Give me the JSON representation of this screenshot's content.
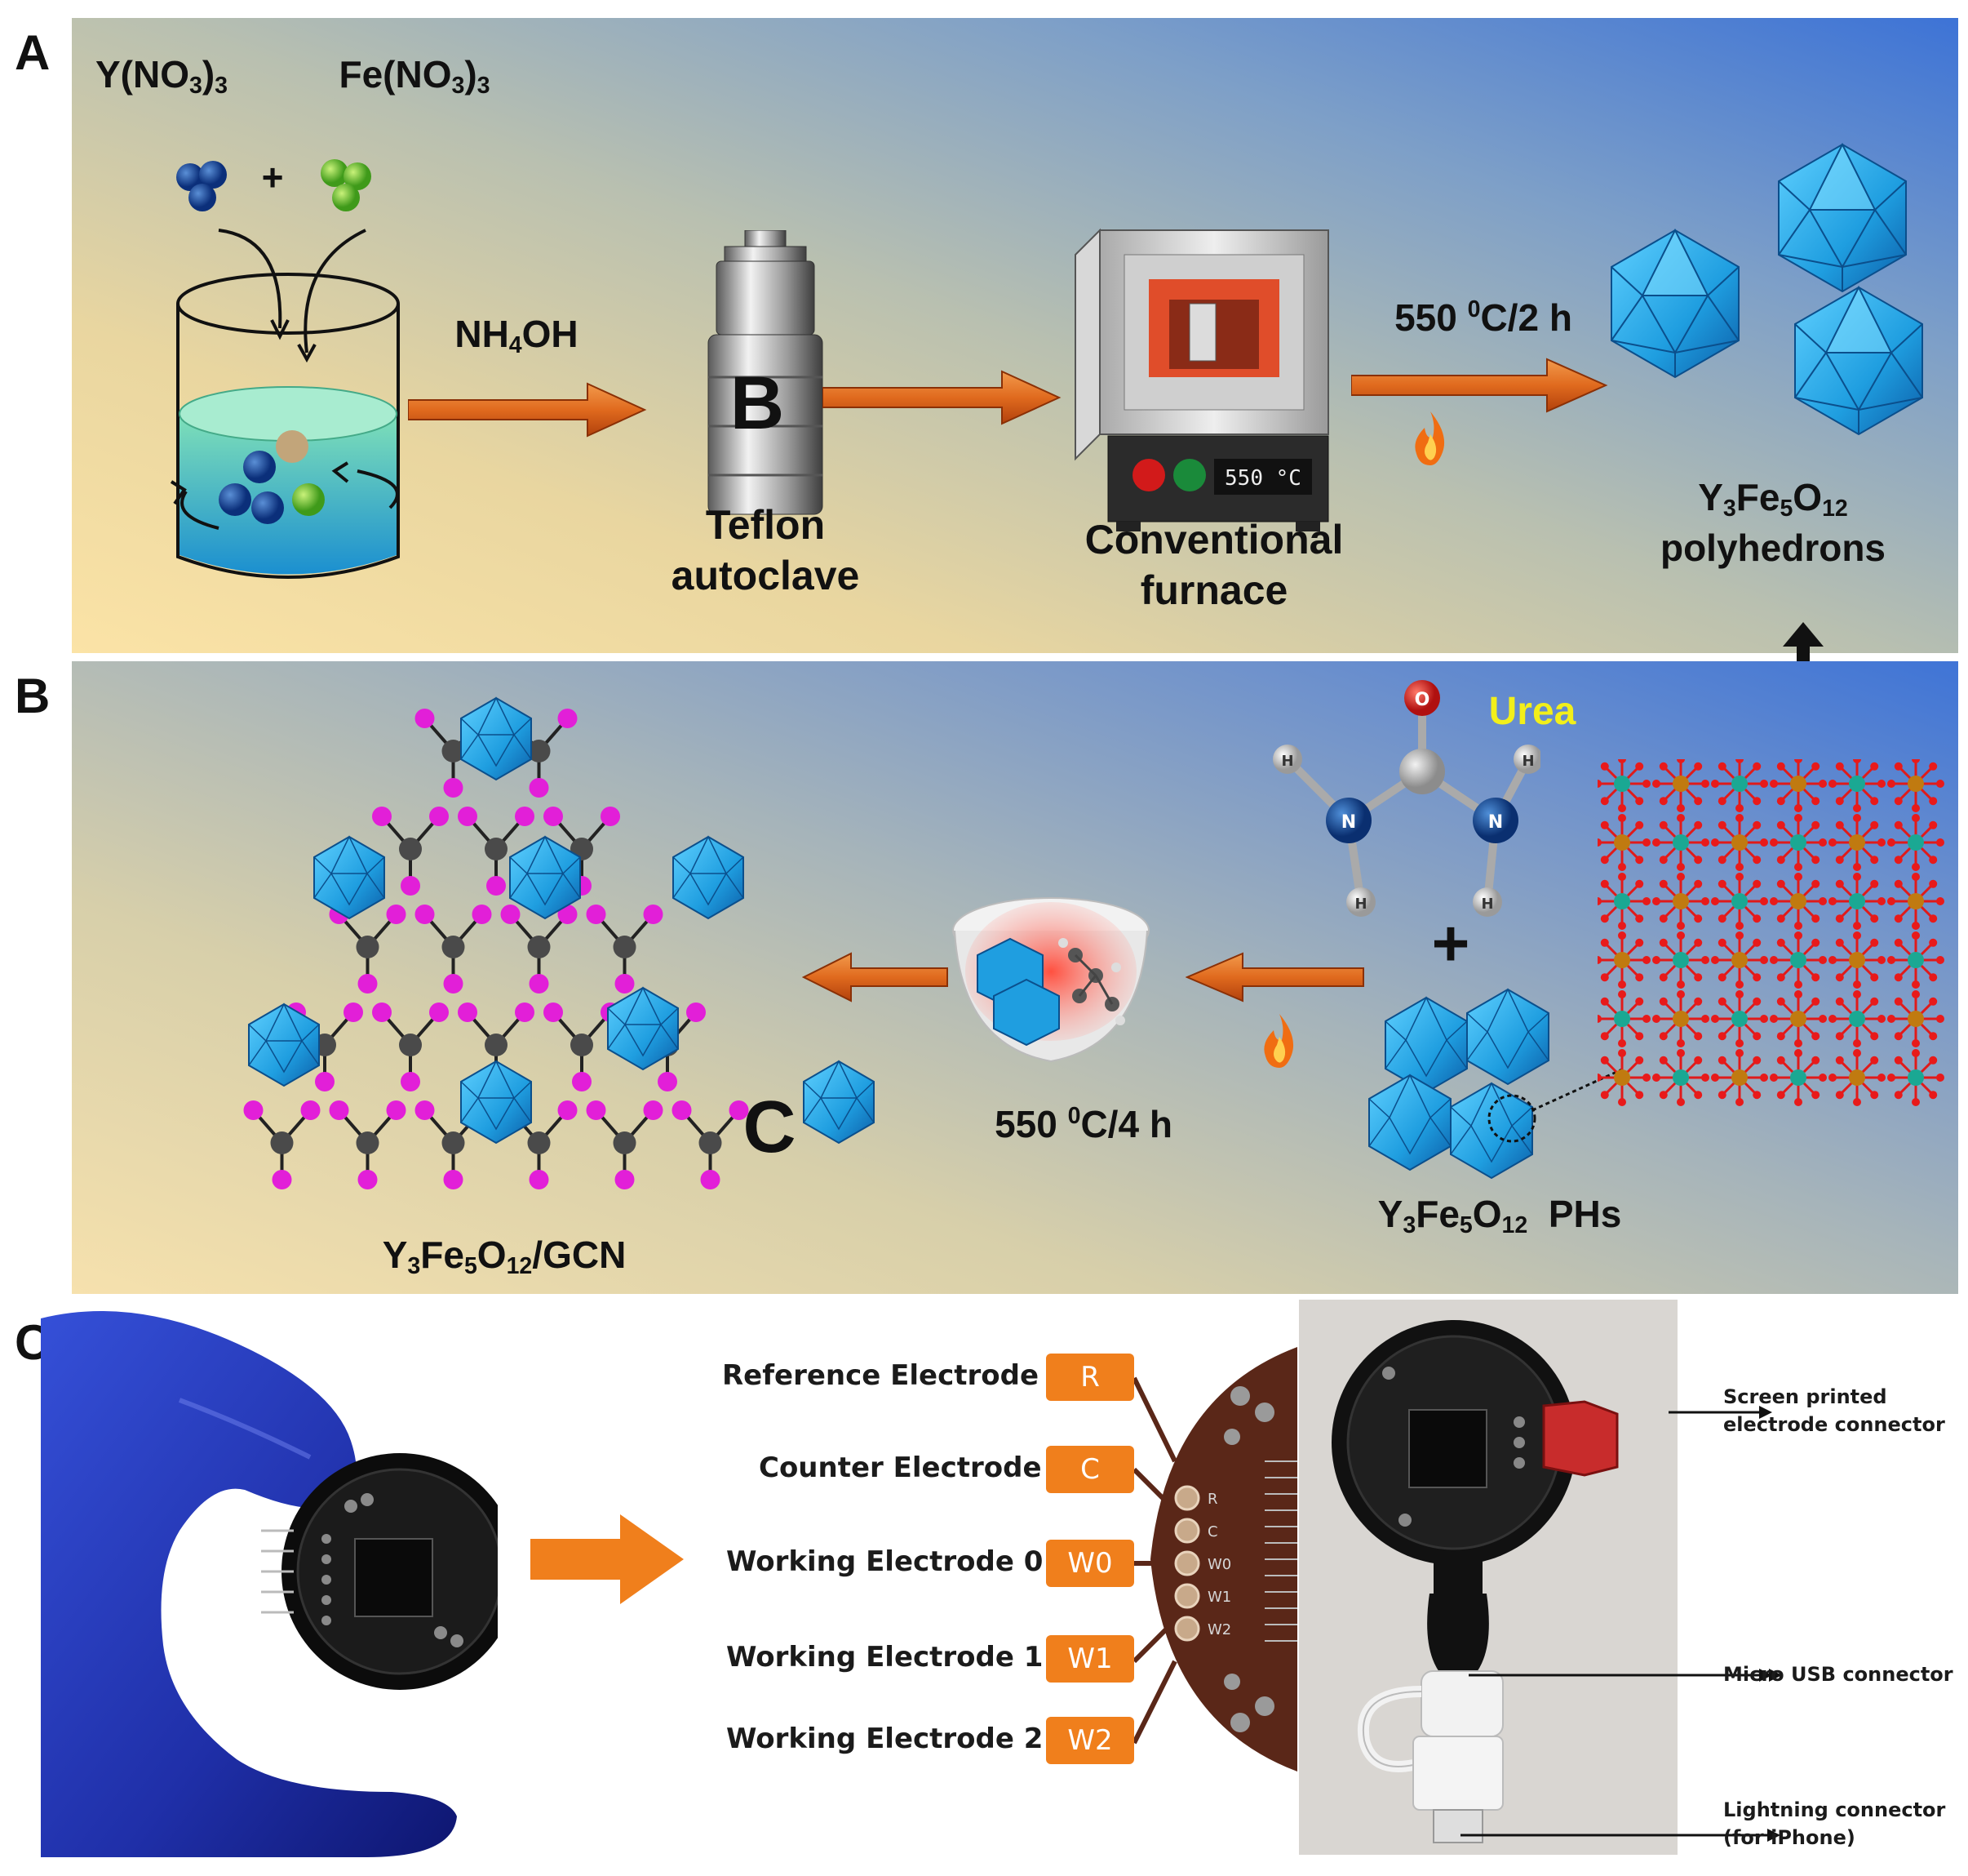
{
  "panel_letters": {
    "a": "A",
    "b": "B",
    "c": "C"
  },
  "panel_a": {
    "reagent_1": "Y(NO3)3",
    "reagent_2": "Fe(NO3)3",
    "plus": "+",
    "step_reagent": "NH4OH",
    "autoclave_letter": "B",
    "autoclave_label_1": "Teflon",
    "autoclave_label_2": "autoclave",
    "furnace_label_1": "Conventional",
    "furnace_label_2": "furnace",
    "furnace_display": "550 °C",
    "condition": "550 0C/2 h",
    "product_formula": "Y3Fe5O12",
    "product_label": "polyhedrons"
  },
  "panel_b": {
    "urea_label": "Urea",
    "atom_o": "O",
    "atom_n": "N",
    "atom_h": "H",
    "plus": "+",
    "precursor_label": "Y3Fe5O12  PHs",
    "condition": "550 0C/4 h",
    "composite_label": "Y3Fe5O12/GCN",
    "composite_letter": "C"
  },
  "panel_c": {
    "electrodes": [
      {
        "name": "Reference Electrode",
        "code": "R"
      },
      {
        "name": "Counter Electrode",
        "code": "C"
      },
      {
        "name": "Working Electrode 0",
        "code": "W0"
      },
      {
        "name": "Working Electrode 1",
        "code": "W1"
      },
      {
        "name": "Working Electrode 2",
        "code": "W2"
      }
    ],
    "pcb_pad_labels": [
      "R",
      "C",
      "W0",
      "W1",
      "W2"
    ],
    "connectors": [
      {
        "line1": "Screen printed",
        "line2": "electrode connector"
      },
      {
        "line1": "Micro USB connector",
        "line2": ""
      },
      {
        "line1": "Lightning connector",
        "line2": "(for iPhone)"
      }
    ]
  },
  "colors": {
    "arrow_orange": "#e06a1e",
    "crystal_blue": "#1f9ee0",
    "gcn_magenta": "#e21fd8",
    "gcn_carbon": "#4a4a4a",
    "electrode_box": "#f07f1c"
  }
}
